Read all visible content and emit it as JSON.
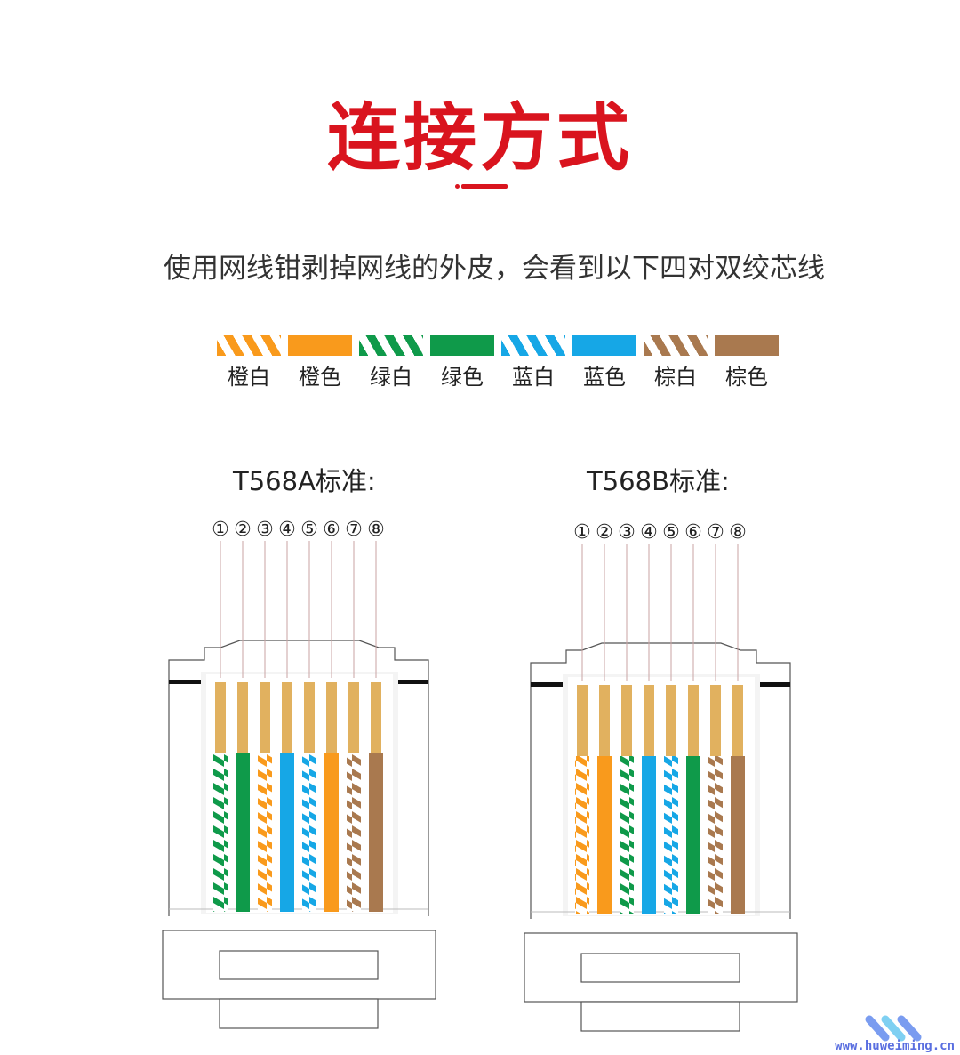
{
  "title": "连接方式",
  "subtitle": "使用网线钳剥掉网线的外皮，会看到以下四对双绞芯线",
  "colors": {
    "orange": "#f99a1c",
    "green": "#0f9a4a",
    "blue": "#16a7e6",
    "brown": "#a9794f",
    "accent": "#d9141e",
    "gold": "#e1b15f"
  },
  "legend": [
    {
      "label": "橙白",
      "color": "orange",
      "striped": true
    },
    {
      "label": "橙色",
      "color": "orange",
      "striped": false
    },
    {
      "label": "绿白",
      "color": "green",
      "striped": true
    },
    {
      "label": "绿色",
      "color": "green",
      "striped": false
    },
    {
      "label": "蓝白",
      "color": "blue",
      "striped": true
    },
    {
      "label": "蓝色",
      "color": "blue",
      "striped": false
    },
    {
      "label": "棕白",
      "color": "brown",
      "striped": true
    },
    {
      "label": "棕色",
      "color": "brown",
      "striped": false
    }
  ],
  "standards": [
    {
      "label": "T568A标准:",
      "pins": [
        "①",
        "②",
        "③",
        "④",
        "⑤",
        "⑥",
        "⑦",
        "⑧"
      ],
      "wires": [
        [
          "green",
          true
        ],
        [
          "green",
          false
        ],
        [
          "orange",
          true
        ],
        [
          "blue",
          false
        ],
        [
          "blue",
          true
        ],
        [
          "orange",
          false
        ],
        [
          "brown",
          true
        ],
        [
          "brown",
          false
        ]
      ]
    },
    {
      "label": "T568B标准:",
      "pins": [
        "①",
        "②",
        "③",
        "④",
        "⑤",
        "⑥",
        "⑦",
        "⑧"
      ],
      "wires": [
        [
          "orange",
          true
        ],
        [
          "orange",
          false
        ],
        [
          "green",
          true
        ],
        [
          "blue",
          false
        ],
        [
          "blue",
          true
        ],
        [
          "green",
          false
        ],
        [
          "brown",
          true
        ],
        [
          "brown",
          false
        ]
      ]
    }
  ],
  "watermark": "www.huweiming.cn"
}
